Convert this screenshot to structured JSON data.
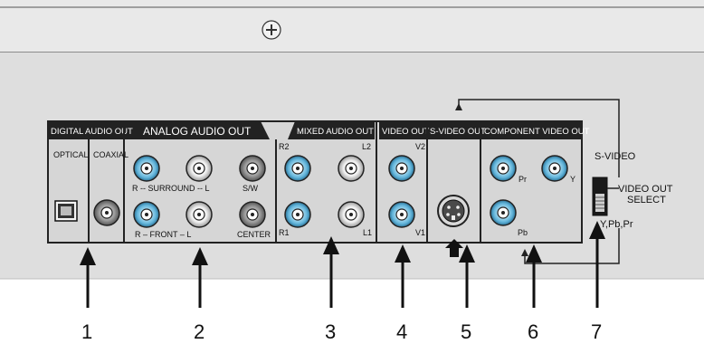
{
  "sections": {
    "digital_audio_out": "DIGITAL AUDIO OUT",
    "analog_audio_out": "ANALOG AUDIO OUT",
    "mixed_audio_out": "MIXED AUDIO OUT",
    "video_out": "VIDEO OUT",
    "s_video_out": "S-VIDEO OUT",
    "component_video_out": "COMPONENT VIDEO OUT"
  },
  "jacks": {
    "optical": "OPTICAL",
    "coaxial": "COAXIAL",
    "surround": "R -- SURROUND -- L",
    "sw": "S/W",
    "front": "R  –  FRONT  –  L",
    "center": "CENTER",
    "r2": "R2",
    "l2": "L2",
    "r1": "R1",
    "l1": "L1",
    "v2": "V2",
    "v1": "V1",
    "pr": "Pr",
    "y": "Y",
    "pb": "Pb"
  },
  "switch": {
    "s_video": "S-VIDEO",
    "video_out": "VIDEO OUT",
    "select": "SELECT",
    "ypbpr": "Y,Pb,Pr"
  },
  "callouts": [
    "1",
    "2",
    "3",
    "4",
    "5",
    "6",
    "7"
  ]
}
